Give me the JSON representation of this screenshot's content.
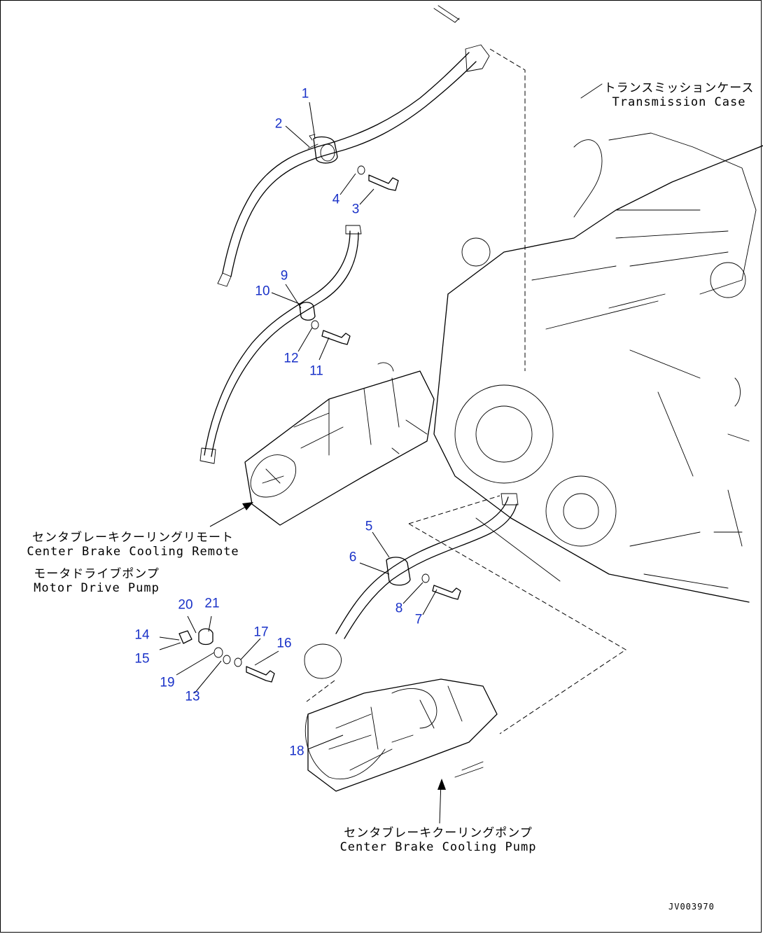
{
  "callouts": [
    "1",
    "2",
    "3",
    "4",
    "5",
    "6",
    "7",
    "8",
    "9",
    "10",
    "11",
    "12",
    "13",
    "14",
    "15",
    "16",
    "17",
    "18",
    "19",
    "20",
    "21"
  ],
  "labels": {
    "transmission_case_jp": "トランスミッションケース",
    "transmission_case_en": "Transmission Case",
    "remote_pump_jp_1": "センタブレーキクーリングリモート",
    "remote_pump_en_1": "Center Brake Cooling Remote",
    "remote_pump_jp_2": "モータドライブポンプ",
    "remote_pump_en_2": "Motor Drive Pump",
    "cooling_pump_jp": "センタブレーキクーリングポンプ",
    "cooling_pump_en": "Center Brake Cooling Pump"
  },
  "drawing_code": "JV003970",
  "colors": {
    "callout": "#1a32c8",
    "line": "#000000",
    "background": "#ffffff"
  }
}
